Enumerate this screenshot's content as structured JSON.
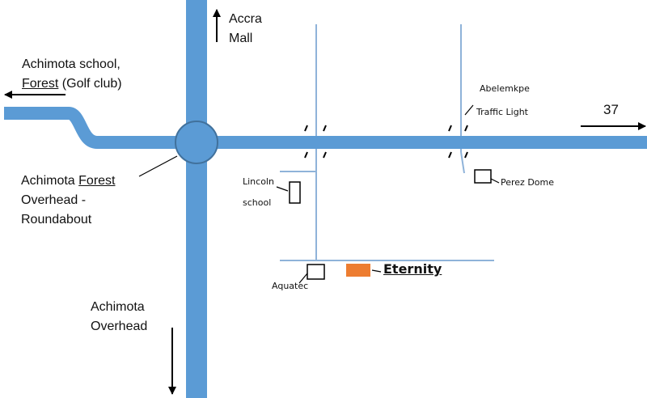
{
  "labels": {
    "accra_mall": [
      "Accra",
      "Mall"
    ],
    "achimota_school": {
      "line1": "Achimota school,",
      "line2_underlined": "Forest",
      "line2_rest": " (Golf club)"
    },
    "forest_overhead": {
      "line1_pre": "Achimota ",
      "line1_underlined": "Forest",
      "line2": "Overhead -",
      "line3": "Roundabout"
    },
    "achimota_overhead": [
      "Achimota",
      "Overhead"
    ],
    "abelemkpe": "Abelemkpe",
    "traffic_light": "Traffic Light",
    "route_37": "37",
    "perez_dome": "Perez Dome",
    "lincoln_school": [
      "Lincoln",
      "school"
    ],
    "aquatec": "Aquatec",
    "eternity": "Eternity"
  },
  "colors": {
    "road": "#5b9bd5",
    "road_outline": "#41719c",
    "thin_road": "#8fb3d9",
    "destination": "#ed7d31",
    "arrow": "#000000"
  }
}
